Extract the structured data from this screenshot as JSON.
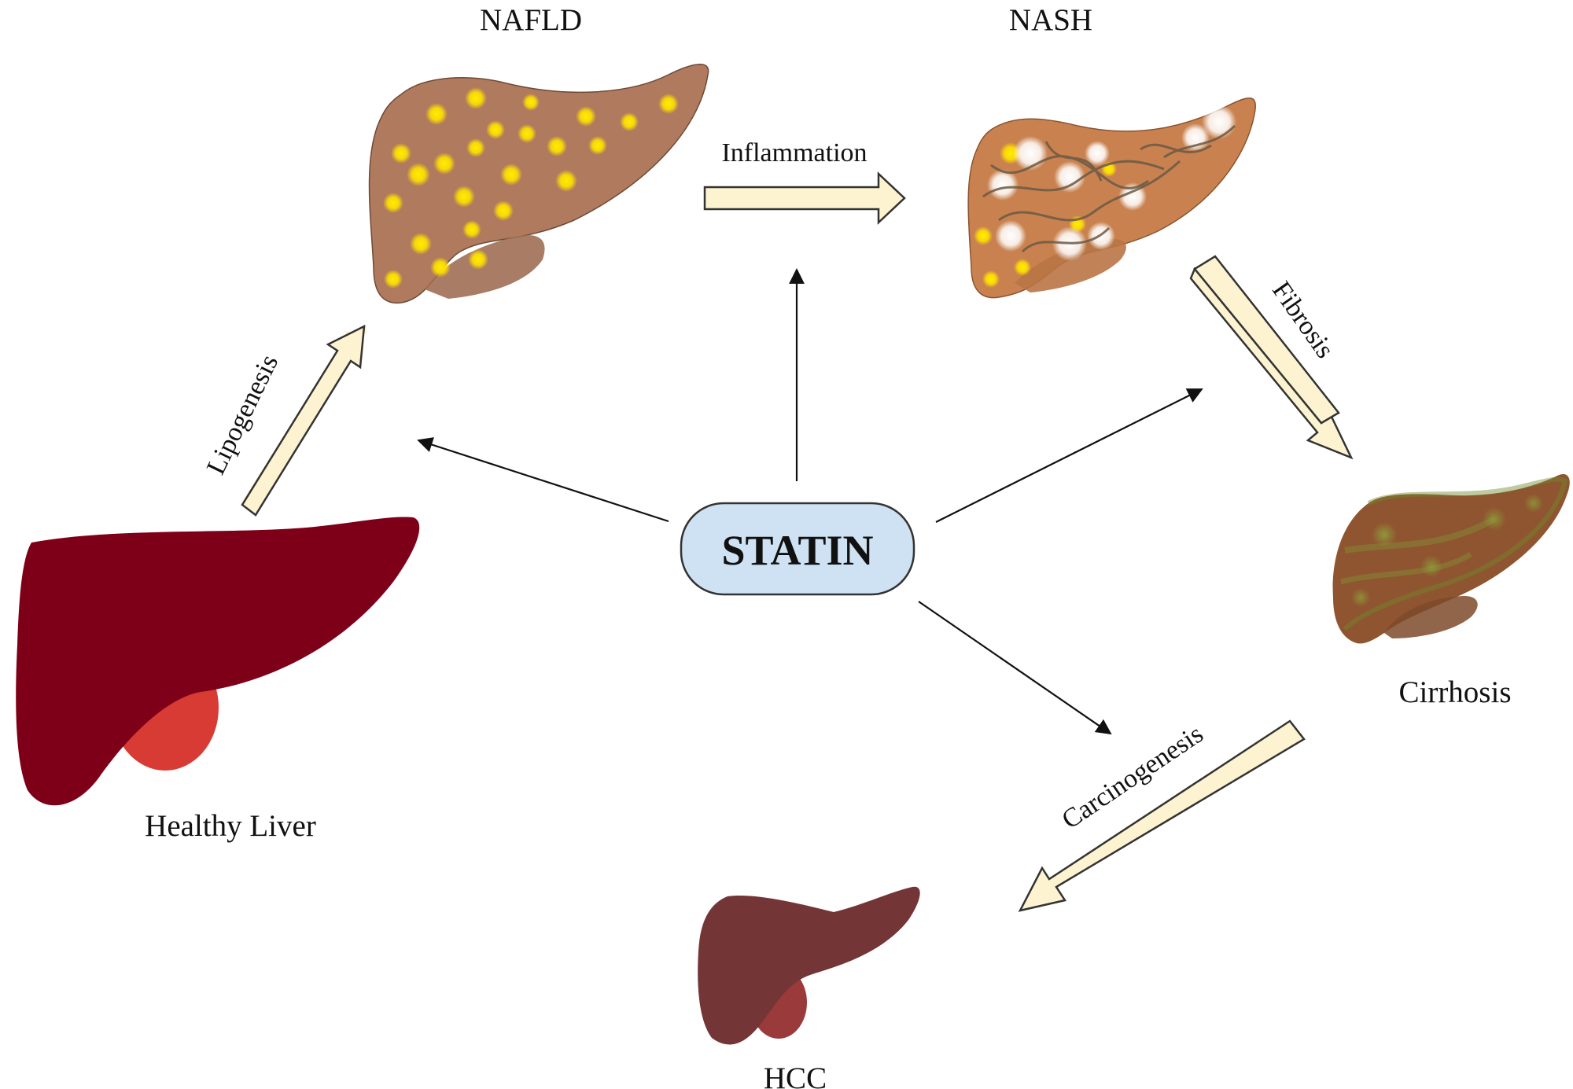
{
  "stages": {
    "nafld": "NAFLD",
    "nash": "NASH",
    "healthy": "Healthy Liver",
    "cirrhosis": "Cirrhosis",
    "hcc": "HCC"
  },
  "processes": {
    "lipogenesis": "Lipogenesis",
    "inflammation": "Inflammation",
    "fibrosis": "Fibrosis",
    "carcinogenesis": "Carcinogenesis"
  },
  "center": {
    "label": "STATIN"
  },
  "colors": {
    "healthy_liver": "#7e0018",
    "healthy_gallbladder": "#d83a34",
    "fatty_liver": "#b07a5e",
    "fat_droplet": "#ffe100",
    "nash_liver": "#c9824f",
    "cirrhosis_liver": "#8f5530",
    "hcc_liver": "#733536",
    "hcc_gallbladder": "#9a3a3a",
    "process_arrow_fill": "#fdf3d0",
    "statin_box_fill": "#cfe2f3"
  }
}
